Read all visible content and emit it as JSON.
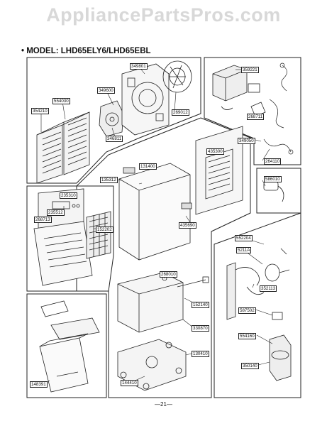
{
  "watermark": "AppliancePartsPros.com",
  "model_title": "• MODEL: LHD65ELY6/LHD65EBL",
  "page_number": "—21—",
  "parts": {
    "p349801": "349801",
    "p349600": "349600",
    "p554030": "554030",
    "p354210": "354210",
    "p269012": "269012",
    "p346811": "346811",
    "p359221": "359221",
    "p268711": "268711",
    "p349050": "349050",
    "p435300": "435300",
    "p264110": "264110",
    "p586010": "586010",
    "p135312": "135312",
    "p131400": "131400",
    "p235310": "235310",
    "p235512": "235512",
    "p268713": "268713",
    "p435690": "435690",
    "p152202": "152202",
    "p552204": "552204",
    "p5211A": "5211A",
    "p268010": "268010",
    "p152140": "152140",
    "p352113": "352113",
    "p330870": "330870",
    "p587502": "587502",
    "p554160": "554160",
    "p148391": "148391",
    "p144410": "144410",
    "p130410": "130410",
    "p350140": "350140"
  }
}
